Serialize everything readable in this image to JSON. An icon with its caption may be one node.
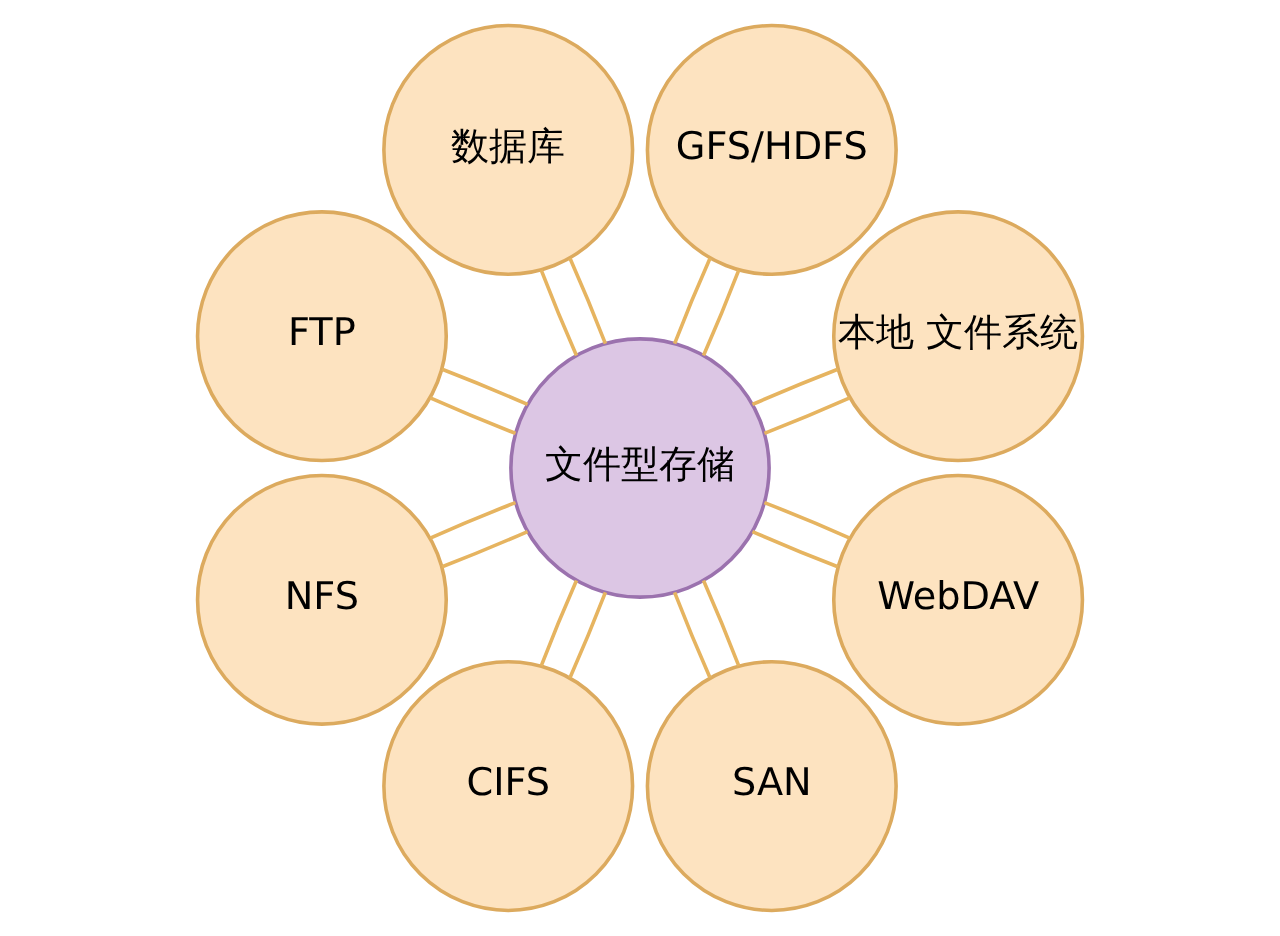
{
  "diagram": {
    "nodes": [
      {
        "text": [
          "本地 文件系统"
        ]
      },
      {
        "text": [
          "GFS/HDFS"
        ]
      },
      {
        "text": [
          "数据库"
        ]
      },
      {
        "text": [
          "FTP"
        ]
      },
      {
        "text": [
          "文件型存储"
        ]
      },
      {
        "text": [
          "NFS"
        ]
      },
      {
        "text": [
          "CIFS"
        ]
      },
      {
        "text": [
          "SAN"
        ]
      },
      {
        "text": [
          "WebDAV"
        ]
      }
    ],
    "edges": [
      {
        "from": 4,
        "to": 0,
        "arrow": "none"
      },
      {
        "from": 4,
        "to": 0,
        "arrow": "none"
      },
      {
        "from": 4,
        "to": 2,
        "arrow": "none"
      },
      {
        "from": 4,
        "to": 2,
        "arrow": "none"
      },
      {
        "from": 4,
        "to": 5,
        "arrow": "none"
      },
      {
        "from": 4,
        "to": 5,
        "arrow": "none"
      },
      {
        "from": 4,
        "to": 7,
        "arrow": "none"
      },
      {
        "from": 4,
        "to": 7,
        "arrow": "none"
      },
      {
        "from": 4,
        "to": 8,
        "arrow": "none"
      },
      {
        "from": 4,
        "to": 8,
        "arrow": "none"
      },
      {
        "from": 4,
        "to": 6,
        "arrow": "none"
      },
      {
        "from": 4,
        "to": 6,
        "arrow": "none"
      },
      {
        "from": 4,
        "to": 3,
        "arrow": "none"
      },
      {
        "from": 4,
        "to": 3,
        "arrow": "none"
      },
      {
        "from": 4,
        "to": 1,
        "arrow": "none"
      },
      {
        "from": 4,
        "to": 1,
        "arrow": "none"
      }
    ]
  }
}
